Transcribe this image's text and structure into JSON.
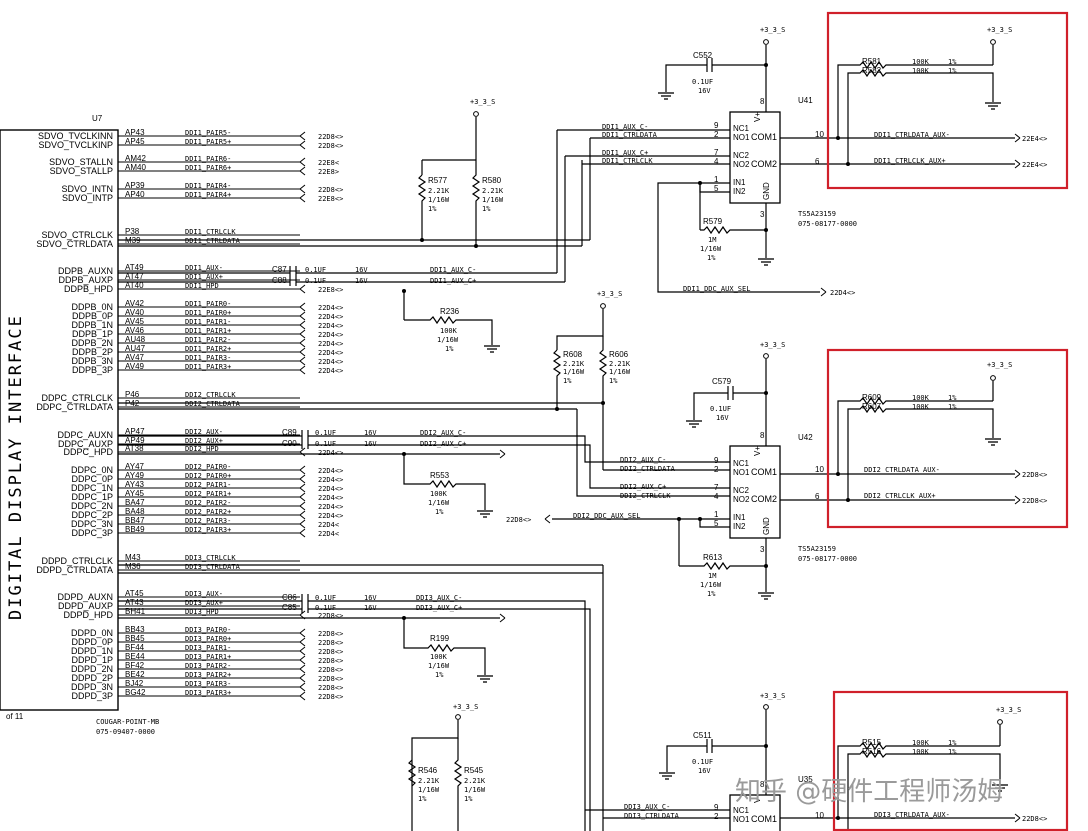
{
  "u7": {
    "ref": "U7",
    "title": "DIGITAL DISPLAY INTERFACE",
    "part": "COUGAR-POINT-MB",
    "pn": "075-09407-0000",
    "sheet": "of 11"
  },
  "pins": [
    {
      "name": "SDVO_TVCLKINN",
      "ball": "AP43",
      "net": "DDI1_PAIR5-",
      "ref": "22D8<>"
    },
    {
      "name": "SDVO_TVCLKINP",
      "ball": "AP45",
      "net": "DDI1_PAIR5+",
      "ref": "22D8<>"
    },
    {
      "name": "SDVO_STALLN",
      "ball": "AM42",
      "net": "DDI1_PAIR6-",
      "ref": "22E8<"
    },
    {
      "name": "SDVO_STALLP",
      "ball": "AM40",
      "net": "DDI1_PAIR6+",
      "ref": "22E8>"
    },
    {
      "name": "SDVO_INTN",
      "ball": "AP39",
      "net": "DDI1_PAIR4-",
      "ref": "22D8<>"
    },
    {
      "name": "SDVO_INTP",
      "ball": "AP40",
      "net": "DDI1_PAIR4+",
      "ref": "22E8<>"
    },
    {
      "name": "SDVO_CTRLCLK",
      "ball": "P38",
      "net": "DDI1_CTRLCLK",
      "ref": ""
    },
    {
      "name": "SDVO_CTRLDATA",
      "ball": "M39",
      "net": "DDI1_CTRLDATA",
      "ref": ""
    },
    {
      "name": "DDPB_AUXN",
      "ball": "AT49",
      "net": "DDI1_AUX-",
      "ref": ""
    },
    {
      "name": "DDPB_AUXP",
      "ball": "AT47",
      "net": "DDI1_AUX+",
      "ref": ""
    },
    {
      "name": "DDPB_HPD",
      "ball": "AT40",
      "net": "DDI1_HPD",
      "ref": "22E8<>"
    },
    {
      "name": "DDPB_0N",
      "ball": "AV42",
      "net": "DDI1_PAIR0-",
      "ref": "22D4<>"
    },
    {
      "name": "DDPB_0P",
      "ball": "AV40",
      "net": "DDI1_PAIR0+",
      "ref": "22D4<>"
    },
    {
      "name": "DDPB_1N",
      "ball": "AV45",
      "net": "DDI1_PAIR1-",
      "ref": "22D4<>"
    },
    {
      "name": "DDPB_1P",
      "ball": "AV46",
      "net": "DDI1_PAIR1+",
      "ref": "22D4<>"
    },
    {
      "name": "DDPB_2N",
      "ball": "AU48",
      "net": "DDI1_PAIR2-",
      "ref": "22D4<>"
    },
    {
      "name": "DDPB_2P",
      "ball": "AU47",
      "net": "DDI1_PAIR2+",
      "ref": "22D4<>"
    },
    {
      "name": "DDPB_3N",
      "ball": "AV47",
      "net": "DDI1_PAIR3-",
      "ref": "22D4<>"
    },
    {
      "name": "DDPB_3P",
      "ball": "AV49",
      "net": "DDI1_PAIR3+",
      "ref": "22D4<>"
    },
    {
      "name": "DDPC_CTRLCLK",
      "ball": "P46",
      "net": "DDI2_CTRLCLK",
      "ref": ""
    },
    {
      "name": "DDPC_CTRLDATA",
      "ball": "P42",
      "net": "DDI2_CTRLDATA",
      "ref": ""
    },
    {
      "name": "DDPC_AUXN",
      "ball": "AP47",
      "net": "DDI2_AUX-",
      "ref": ""
    },
    {
      "name": "DDPC_AUXP",
      "ball": "AP49",
      "net": "DDI2_AUX+",
      "ref": ""
    },
    {
      "name": "DDPC_HPD",
      "ball": "AT38",
      "net": "DDI2_HPD",
      "ref": "22D4<>"
    },
    {
      "name": "DDPC_0N",
      "ball": "AY47",
      "net": "DDI2_PAIR0-",
      "ref": "22D4<>"
    },
    {
      "name": "DDPC_0P",
      "ball": "AY49",
      "net": "DDI2_PAIR0+",
      "ref": "22D4<>"
    },
    {
      "name": "DDPC_1N",
      "ball": "AY43",
      "net": "DDI2_PAIR1-",
      "ref": "22D4<>"
    },
    {
      "name": "DDPC_1P",
      "ball": "AY45",
      "net": "DDI2_PAIR1+",
      "ref": "22D4<>"
    },
    {
      "name": "DDPC_2N",
      "ball": "BA47",
      "net": "DDI2_PAIR2-",
      "ref": "22D4<>"
    },
    {
      "name": "DDPC_2P",
      "ball": "BA48",
      "net": "DDI2_PAIR2+",
      "ref": "22D4<>"
    },
    {
      "name": "DDPC_3N",
      "ball": "BB47",
      "net": "DDI2_PAIR3-",
      "ref": "22D4<"
    },
    {
      "name": "DDPC_3P",
      "ball": "BB49",
      "net": "DDI2_PAIR3+",
      "ref": "22D4<"
    },
    {
      "name": "DDPD_CTRLCLK",
      "ball": "M43",
      "net": "DDI3_CTRLCLK",
      "ref": ""
    },
    {
      "name": "DDPD_CTRLDATA",
      "ball": "M36",
      "net": "DDI3_CTRLDATA",
      "ref": ""
    },
    {
      "name": "DDPD_AUXN",
      "ball": "AT45",
      "net": "DDI3_AUX-",
      "ref": ""
    },
    {
      "name": "DDPD_AUXP",
      "ball": "AT43",
      "net": "DDI3_AUX+",
      "ref": ""
    },
    {
      "name": "DDPD_HPD",
      "ball": "BH41",
      "net": "DDI3_HPD",
      "ref": "22D8<>"
    },
    {
      "name": "DDPD_0N",
      "ball": "BB43",
      "net": "DDI3_PAIR0-",
      "ref": "22D8<>"
    },
    {
      "name": "DDPD_0P",
      "ball": "BB45",
      "net": "DDI3_PAIR0+",
      "ref": "22D8<>"
    },
    {
      "name": "DDPD_1N",
      "ball": "BF44",
      "net": "DDI3_PAIR1-",
      "ref": "22D8<>"
    },
    {
      "name": "DDPD_1P",
      "ball": "BE44",
      "net": "DDI3_PAIR1+",
      "ref": "22D8<>"
    },
    {
      "name": "DDPD_2N",
      "ball": "BF42",
      "net": "DDI3_PAIR2-",
      "ref": "22D8<>"
    },
    {
      "name": "DDPD_2P",
      "ball": "BE42",
      "net": "DDI3_PAIR2+",
      "ref": "22D8<>"
    },
    {
      "name": "DDPD_3N",
      "ball": "BJ42",
      "net": "DDI3_PAIR3-",
      "ref": "22D8<>"
    },
    {
      "name": "DDPD_3P",
      "ball": "BG42",
      "net": "DDI3_PAIR3+",
      "ref": "22D8<>"
    }
  ],
  "caps": [
    {
      "ref": "C87",
      "value": "0.1UF",
      "volt": "16V",
      "net_out": "DDI1_AUX_C-"
    },
    {
      "ref": "C88",
      "value": "0.1UF",
      "volt": "16V",
      "net_out": "DDI1_AUX_C+"
    },
    {
      "ref": "C89",
      "value": "0.1UF",
      "volt": "16V",
      "net_out": "DDI2_AUX_C-"
    },
    {
      "ref": "C90",
      "value": "0.1UF",
      "volt": "16V",
      "net_out": "DDI2_AUX_C+"
    },
    {
      "ref": "C86",
      "value": "0.1UF",
      "volt": "16V",
      "net_out": "DDI3_AUX_C-"
    },
    {
      "ref": "C85",
      "value": "0.1UF",
      "volt": "16V",
      "net_out": "DDI3_AUX_C+"
    }
  ],
  "resistors": {
    "r577": {
      "ref": "R577",
      "v1": "2.21K",
      "v2": "1/16W",
      "v3": "1%"
    },
    "r580": {
      "ref": "R580",
      "v1": "2.21K",
      "v2": "1/16W",
      "v3": "1%"
    },
    "r236": {
      "ref": "R236",
      "v1": "100K",
      "v2": "1/16W",
      "v3": "1%"
    },
    "r608": {
      "ref": "R608",
      "v1": "2.21K",
      "v2": "1/16W",
      "v3": "1%"
    },
    "r606": {
      "ref": "R606",
      "v1": "2.21K",
      "v2": "1/16W",
      "v3": "1%"
    },
    "r553": {
      "ref": "R553",
      "v1": "100K",
      "v2": "1/16W",
      "v3": "1%"
    },
    "r199": {
      "ref": "R199",
      "v1": "100K",
      "v2": "1/16W",
      "v3": "1%"
    },
    "r546": {
      "ref": "R546",
      "v1": "2.21K",
      "v2": "1/16W",
      "v3": "1%"
    },
    "r545": {
      "ref": "R545",
      "v1": "2.21K",
      "v2": "1/16W",
      "v3": "1%"
    },
    "r579": {
      "ref": "R579",
      "v1": "1M",
      "v2": "1/16W",
      "v3": "1%"
    },
    "r613": {
      "ref": "R613",
      "v1": "1M",
      "v2": "1/16W",
      "v3": "1%"
    },
    "r581": {
      "ref": "R581",
      "v1": "100K",
      "v3": "1%"
    },
    "r582": {
      "ref": "R582",
      "v1": "100K",
      "v3": "1%"
    },
    "r609": {
      "ref": "R609",
      "v1": "100K",
      "v3": "1%"
    },
    "r607": {
      "ref": "R607",
      "v1": "100K",
      "v3": "1%"
    },
    "r515": {
      "ref": "R515",
      "v1": "100K",
      "v3": "1%"
    },
    "r516": {
      "ref": "R516",
      "v1": "100K",
      "v3": "1%"
    }
  },
  "switch_caps": {
    "c552": {
      "ref": "C552",
      "v1": "0.1UF",
      "v2": "16V"
    },
    "c579": {
      "ref": "C579",
      "v1": "0.1UF",
      "v2": "16V"
    },
    "c511": {
      "ref": "C511",
      "v1": "0.1UF",
      "v2": "16V"
    }
  },
  "switches": {
    "u41": {
      "ref": "U41",
      "part": "TS5A23159",
      "pn": "075-08177-0000",
      "ddc": "DDI1_DDC_AUX_SEL",
      "ddc_ref": "22D4<>",
      "com1_net": "DDI1_CTRLDATA_AUX-",
      "com2_net": "DDI1_CTRLCLK_AUX+",
      "out_ref1": "22E4<>",
      "out_ref2": "22E4<>",
      "nc1": "DDI1_AUX_C-",
      "no1": "DDI1_CTRLDATA",
      "nc2": "DDI1_AUX_C+",
      "no2": "DDI1_CTRLCLK"
    },
    "u42": {
      "ref": "U42",
      "part": "TS5A23159",
      "pn": "075-08177-0000",
      "ddc": "DDI2_DDC_AUX_SEL",
      "ddc_ref": "22D8<>",
      "com1_net": "DDI2_CTRLDATA_AUX-",
      "com2_net": "DDI2_CTRLCLK_AUX+",
      "out_ref1": "22D8<>",
      "out_ref2": "22D8<>",
      "nc1": "DDI2_AUX_C-",
      "no1": "DDI2_CTRLDATA",
      "nc2": "DDI2_AUX_C+",
      "no2": "DDI2_CTRLCLK"
    },
    "u35": {
      "ref": "U35",
      "com1_net": "DDI3_CTRLDATA_AUX-",
      "out_ref1": "22D8<>",
      "nc1": "DDI3_AUX_C-",
      "no1": "DDI3_CTRLDATA"
    }
  },
  "switch_pins": {
    "v": "V+",
    "gnd": "GND",
    "nc1": "NC1",
    "no1": "NO1",
    "nc2": "NC2",
    "no2": "NO2",
    "in1": "IN1",
    "in2": "IN2",
    "com1": "COM1",
    "com2": "COM2",
    "p9": "9",
    "p2": "2",
    "p7": "7",
    "p4": "4",
    "p1": "1",
    "p5": "5",
    "p8": "8",
    "p3": "3",
    "p10": "10",
    "p6": "6"
  },
  "power": "+3_3_S",
  "watermark": "知乎 @硬件工程师汤姆",
  "colors": {
    "ink": "#000000",
    "highlight": "#d0202a",
    "watermark": "#9a9a9a"
  }
}
